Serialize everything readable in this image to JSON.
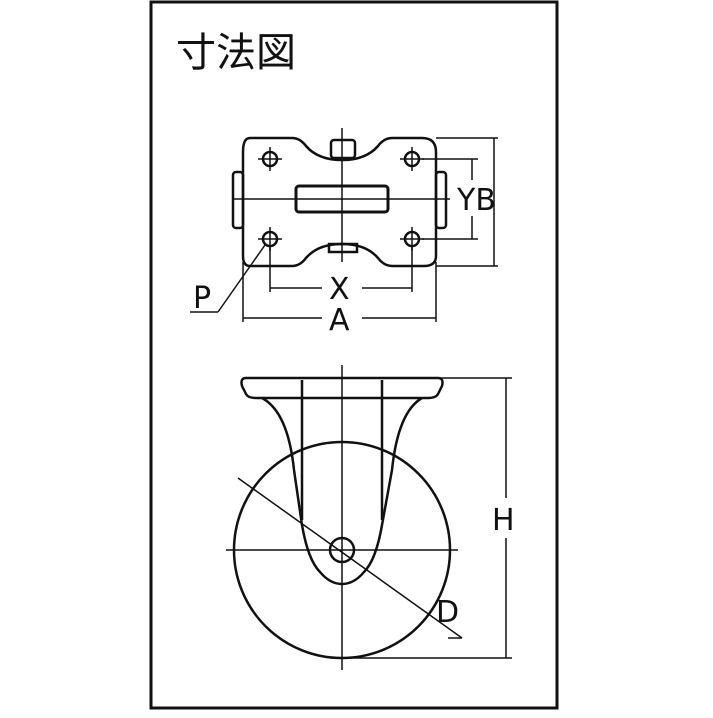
{
  "title": "寸法図",
  "labels": {
    "yb": "YB",
    "p": "P",
    "x": "X",
    "a": "A",
    "h": "H",
    "d": "D"
  }
}
